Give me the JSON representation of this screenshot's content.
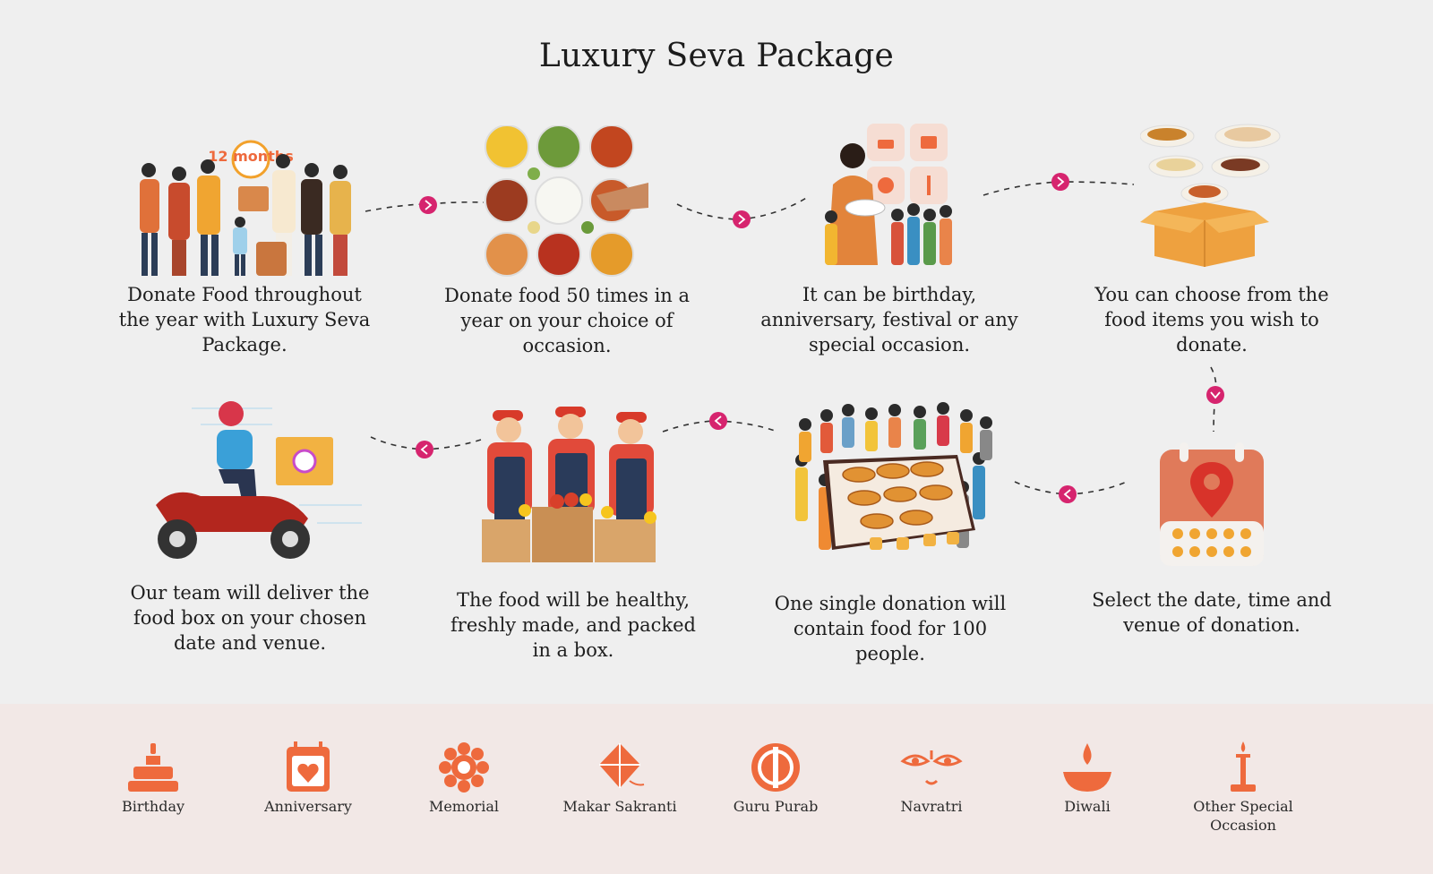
{
  "title": "Luxury Seva Package",
  "colors": {
    "accent": "#ee6a3d",
    "connector_dot": "#d6246e",
    "bottom_band": "#f2e8e6",
    "background": "#efefef"
  },
  "steps": [
    {
      "caption": "Donate Food throughout the year with Luxury Seva Package.",
      "icon": "family-food-donation-illustration",
      "badge": "12 months"
    },
    {
      "caption": "Donate food 50 times in a year on your choice of occasion.",
      "icon": "food-bowls-grid-illustration"
    },
    {
      "caption": "It can be birthday, anniversary, festival or any special occasion.",
      "icon": "woman-serving-children-illustration"
    },
    {
      "caption": "You can choose from the food items you wish to donate.",
      "icon": "food-dishes-box-illustration"
    },
    {
      "caption": "Select the date, time and venue of donation.",
      "icon": "calendar-location-illustration"
    },
    {
      "caption": "One single donation will contain food for 100 people.",
      "icon": "crowd-eating-illustration"
    },
    {
      "caption": "The food will be healthy, freshly made, and packed in a box.",
      "icon": "volunteers-packing-illustration"
    },
    {
      "caption": "Our team will deliver the food box on your chosen date and venue.",
      "icon": "delivery-scooter-illustration"
    }
  ],
  "occasions": [
    {
      "label": "Birthday",
      "icon": "cake-icon"
    },
    {
      "label": "Anniversary",
      "icon": "calendar-heart-icon"
    },
    {
      "label": "Memorial",
      "icon": "flower-icon"
    },
    {
      "label": "Makar Sakranti",
      "icon": "kite-icon"
    },
    {
      "label": "Guru Purab",
      "icon": "khanda-icon"
    },
    {
      "label": "Navratri",
      "icon": "goddess-eyes-icon"
    },
    {
      "label": "Diwali",
      "icon": "diya-icon"
    },
    {
      "label": "Other Special Occasion",
      "icon": "lamp-stand-icon"
    }
  ]
}
